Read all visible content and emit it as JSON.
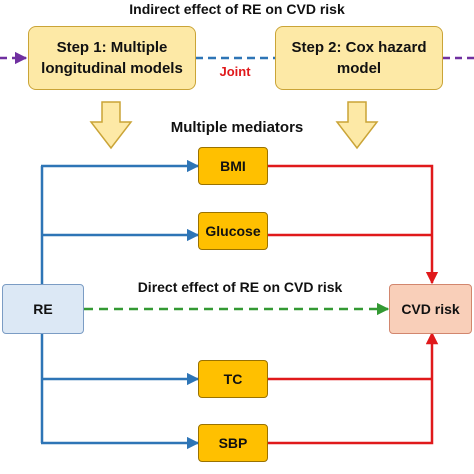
{
  "header": {
    "indirect_title": "Indirect effect of RE on CVD risk",
    "mediators_title": "Multiple mediators",
    "direct_title": "Direct effect of RE on CVD risk",
    "joint_label": "Joint"
  },
  "steps": {
    "step1": {
      "line1": "Step 1: Multiple",
      "line2": "longitudinal models"
    },
    "step2": {
      "line1": "Step 2: Cox hazard",
      "line2": "model"
    }
  },
  "nodes": {
    "exposure": "RE",
    "outcome": "CVD risk",
    "mediators": [
      "BMI",
      "Glucose",
      "TC",
      "SBP"
    ]
  },
  "colors": {
    "exposure_path": "#2e75b6",
    "outcome_path": "#e0191b",
    "direct_path": "#339933",
    "joint_dash": "#2e75b6",
    "side_dash": "#7030a0",
    "step_fill": "#fde9a6",
    "mediator_fill": "#ffc000",
    "exposure_fill": "#dce8f5",
    "outcome_fill": "#f9cfb9",
    "joint_text": "#e0191b"
  }
}
